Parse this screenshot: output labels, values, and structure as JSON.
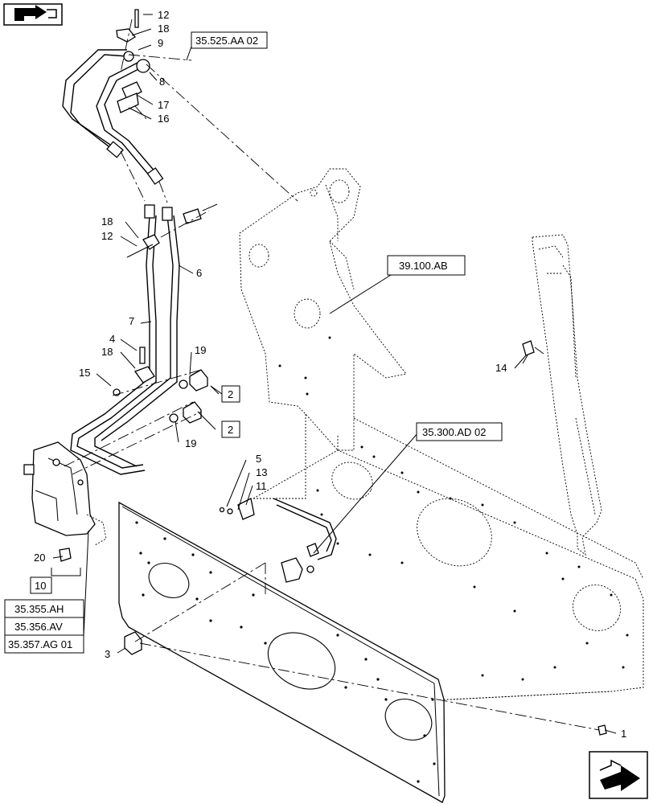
{
  "callouts": [
    {
      "id": "c12a",
      "text": "12"
    },
    {
      "id": "c18a",
      "text": "18"
    },
    {
      "id": "c9",
      "text": "9"
    },
    {
      "id": "c8",
      "text": "8"
    },
    {
      "id": "c17",
      "text": "17"
    },
    {
      "id": "c16",
      "text": "16"
    },
    {
      "id": "c18b",
      "text": "18"
    },
    {
      "id": "c12b",
      "text": "12"
    },
    {
      "id": "c6",
      "text": "6"
    },
    {
      "id": "c7",
      "text": "7"
    },
    {
      "id": "c4",
      "text": "4"
    },
    {
      "id": "c18c",
      "text": "18"
    },
    {
      "id": "c19a",
      "text": "19"
    },
    {
      "id": "c15",
      "text": "15"
    },
    {
      "id": "c19b",
      "text": "19"
    },
    {
      "id": "c14",
      "text": "14"
    },
    {
      "id": "c5",
      "text": "5"
    },
    {
      "id": "c13",
      "text": "13"
    },
    {
      "id": "c11",
      "text": "11"
    },
    {
      "id": "c20",
      "text": "20"
    },
    {
      "id": "c3",
      "text": "3"
    },
    {
      "id": "c1",
      "text": "1"
    }
  ],
  "boxes": [
    {
      "id": "b2a",
      "text": "2"
    },
    {
      "id": "b2b",
      "text": "2"
    },
    {
      "id": "b10",
      "text": "10"
    }
  ],
  "refs": [
    {
      "id": "r35525",
      "text": "35.525.AA 02"
    },
    {
      "id": "r39100",
      "text": "39.100.AB"
    },
    {
      "id": "r35300",
      "text": "35.300.AD 02"
    },
    {
      "id": "r35355",
      "text": "35.355.AH"
    },
    {
      "id": "r35356",
      "text": "35.356.AV"
    },
    {
      "id": "r35357",
      "text": "35.357.AG 01"
    }
  ]
}
